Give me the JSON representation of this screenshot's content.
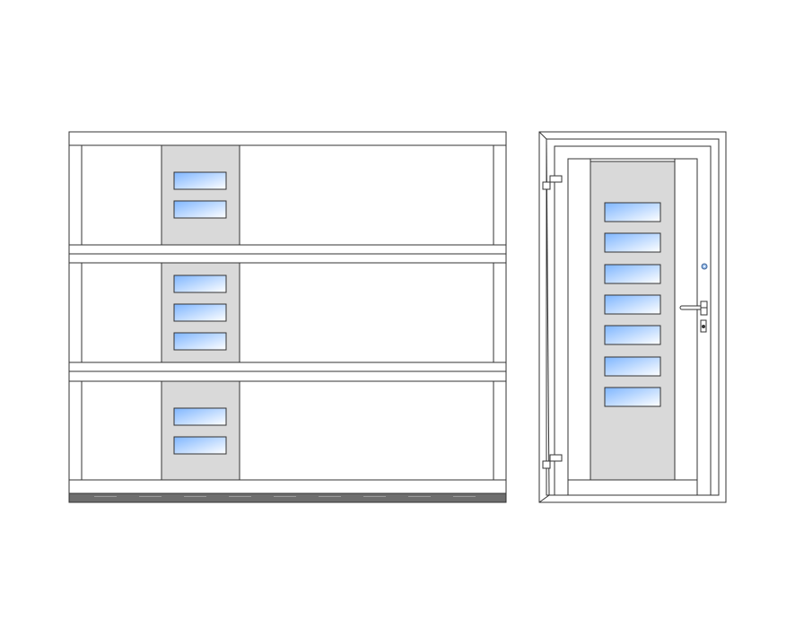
{
  "garage_door": {
    "panels": [
      {
        "glass_count": 2
      },
      {
        "glass_count": 3
      },
      {
        "glass_count": 2
      }
    ]
  },
  "entry_door": {
    "glass_count": 7,
    "hinge_count": 2
  },
  "colors": {
    "stroke": "#333333",
    "frame": "#ffffff",
    "insert": "#d9d9d9",
    "glass_start": "#7fb6ff",
    "glass_end": "#ffffff",
    "threshold": "#6e6e6e",
    "hardware": "#555555"
  }
}
